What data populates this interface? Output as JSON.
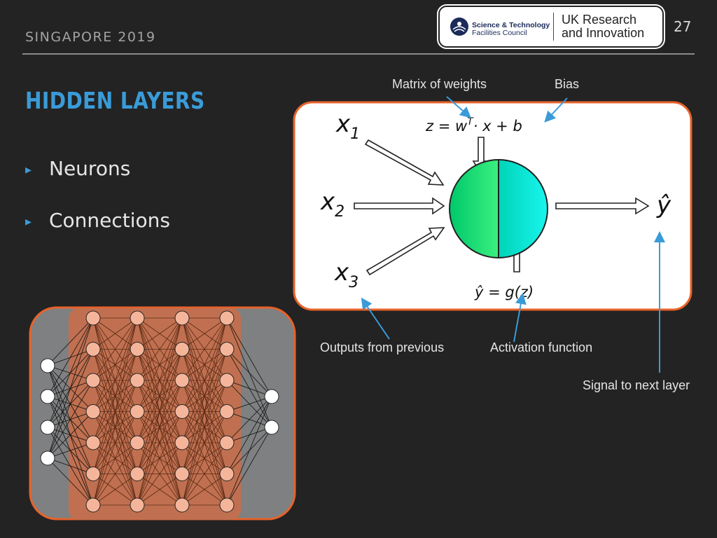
{
  "header": {
    "event": "SINGAPORE 2019",
    "page_number": "27"
  },
  "logo": {
    "org1_line1": "Science & Technology",
    "org1_line2": "Facilities Council",
    "org2_line1": "UK Research",
    "org2_line2": "and Innovation"
  },
  "slide": {
    "title": "HIDDEN LAYERS",
    "bullets": [
      "Neurons",
      "Connections"
    ]
  },
  "neuron_diagram": {
    "inputs": [
      "x",
      "x",
      "x"
    ],
    "input_subscripts": [
      "1",
      "2",
      "3"
    ],
    "formula_top": "z = w",
    "formula_top_sup": "T",
    "formula_top_rest": "· x + b",
    "formula_bottom": "ŷ = g(z)",
    "output": "ŷ",
    "left_color": "#00e676",
    "right_color": "#00e5e5"
  },
  "annotations": {
    "weights": "Matrix of weights",
    "bias": "Bias",
    "outputs_prev": "Outputs from previous",
    "activation": "Activation function",
    "signal": "Signal to next layer"
  },
  "network": {
    "input_nodes": 4,
    "hidden_layers": 4,
    "nodes_per_hidden": 7,
    "output_nodes": 2,
    "hidden_color": "#f5b59a",
    "panel_color": "#c07050"
  }
}
